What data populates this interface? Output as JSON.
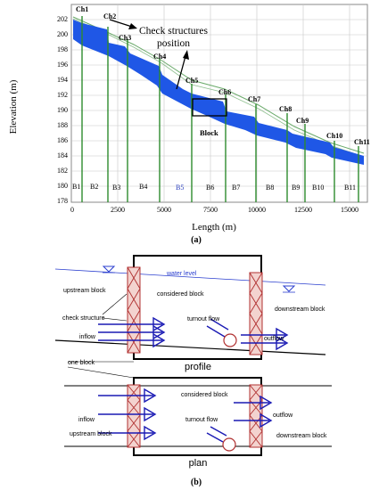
{
  "panel_a": {
    "ylabel": "Elevation (m)",
    "xlabel": "Length (m)",
    "caption": "(a)",
    "annotation_check": "Check structures",
    "annotation_position": "position",
    "annotation_block": "Block",
    "y_ticks": [
      "202",
      "200",
      "198",
      "196",
      "194",
      "192",
      "190",
      "188",
      "186",
      "184",
      "182",
      "180",
      "178"
    ],
    "x_ticks": [
      "0",
      "2500",
      "5000",
      "7500",
      "10000",
      "12500",
      "15000"
    ],
    "check_labels": [
      "Ch1",
      "Ch2",
      "Ch3",
      "Ch4",
      "Ch5",
      "Ch6",
      "Ch7",
      "Ch8",
      "Ch9",
      "Ch10",
      "Ch11"
    ],
    "block_labels": [
      "B1",
      "B2",
      "B3",
      "B4",
      "B5",
      "B6",
      "B7",
      "B8",
      "B9",
      "B10",
      "B11"
    ],
    "colors": {
      "water": "#1f57e6",
      "structure": "#2e8b2e",
      "bed": "#6aaa6a",
      "block_label_blue": "#2a3fbf"
    }
  },
  "panel_b": {
    "caption": "(b)",
    "profile": {
      "water_level": "water level",
      "upstream_block": "upstream block",
      "considered_block": "considered block",
      "downstream_block": "downstream block",
      "check_structure": "check structure",
      "turnout_flow": "turnout flow",
      "inflow": "inflow",
      "outflow": "outflow",
      "one_block": "one block",
      "title": "profile"
    },
    "plan": {
      "considered_block": "considered block",
      "inflow": "inflow",
      "outflow": "outflow",
      "turnout_flow": "turnout flow",
      "upstream_block": "upstream block",
      "downstream_block": "downstream block",
      "title": "plan"
    },
    "colors": {
      "arrow": "#1a1ab4",
      "structure": "#b03030",
      "structure_fill": "#f3d3cf",
      "water_line": "#2b3fcf"
    }
  }
}
